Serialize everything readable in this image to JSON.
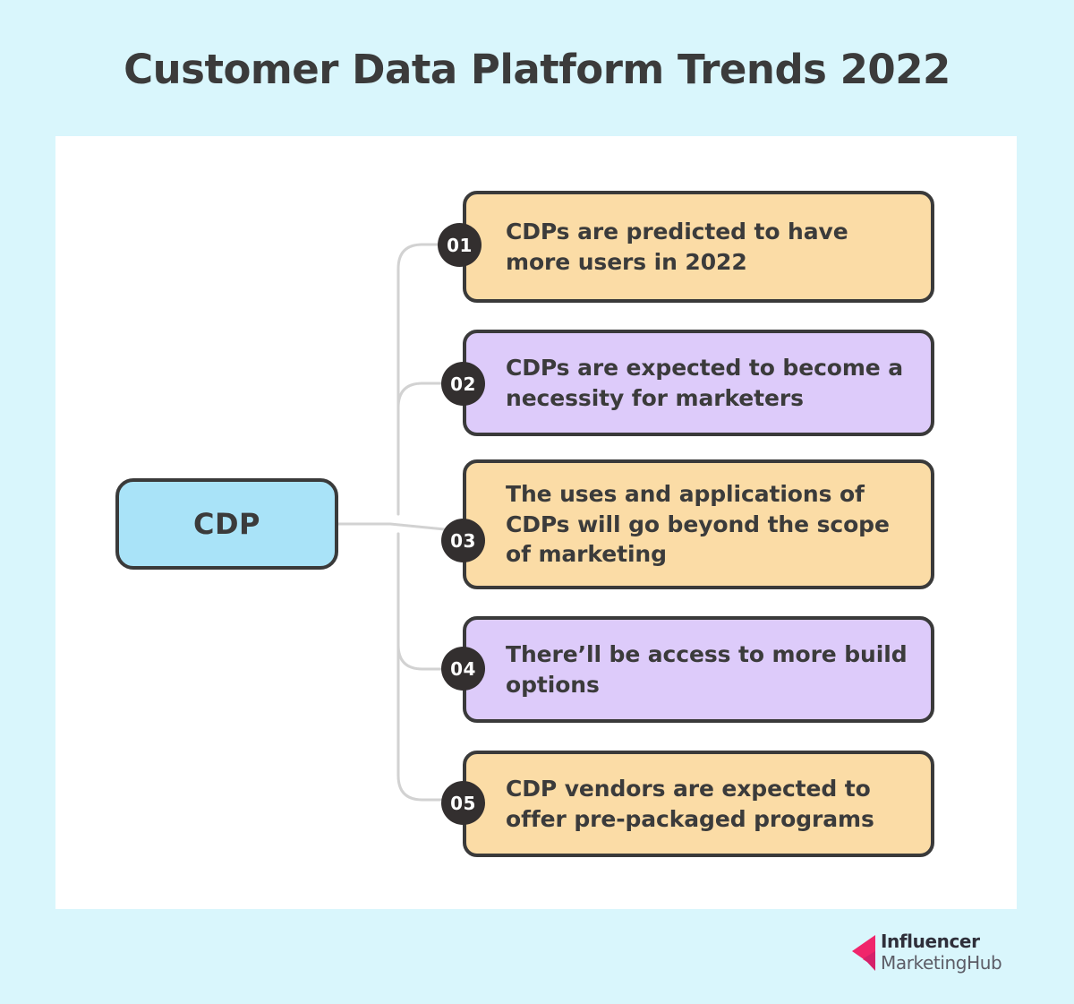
{
  "page": {
    "title": "Customer Data Platform Trends 2022",
    "background_color": "#d9f6fc",
    "panel_color": "#ffffff"
  },
  "colors": {
    "orange": "#fbdca6",
    "purple": "#ddcbfa",
    "blue": "#a9e3f8",
    "outline": "#3a3a3a",
    "badge": "#332f2f",
    "text": "#3b3b3b",
    "logo_pink": "#f0256b",
    "logo_pink_dark": "#d4216a"
  },
  "diagram": {
    "root": {
      "label": "CDP"
    },
    "branches": [
      {
        "number": "01",
        "text": "CDPs are predicted to have more users in 2022",
        "color": "orange"
      },
      {
        "number": "02",
        "text": "CDPs are expected to become a necessity for marketers",
        "color": "purple"
      },
      {
        "number": "03",
        "text": "The uses and applications of CDPs will go beyond the scope of marketing",
        "color": "orange"
      },
      {
        "number": "04",
        "text": "There’ll be access to more build options",
        "color": "purple"
      },
      {
        "number": "05",
        "text": "CDP vendors are expected to offer pre-packaged programs",
        "color": "orange"
      }
    ]
  },
  "logo": {
    "mark": "arrow-left-icon",
    "line1": "Influencer",
    "line2": "MarketingHub"
  }
}
